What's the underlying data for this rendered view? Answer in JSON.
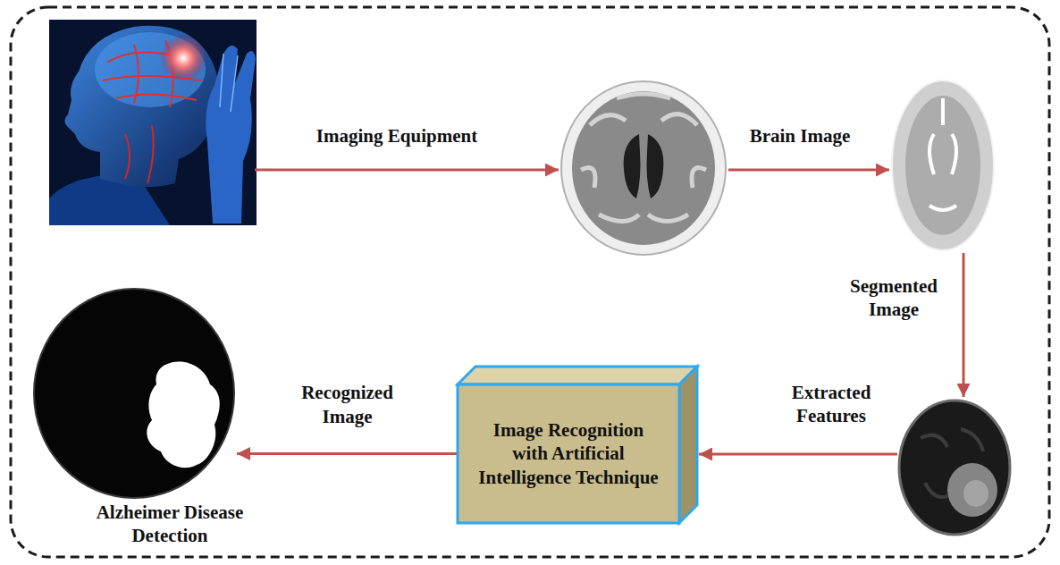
{
  "diagram": {
    "nodes": [
      {
        "text": [
          "Image Recognition with Artificial Intelligence Technique"
        ]
      },
      {
        "text": [
          "Alzheimer Disease Detection"
        ]
      }
    ],
    "edges": [
      {
        "from": 0,
        "to": 1,
        "label": "Recognized Image",
        "arrow": "to"
      }
    ],
    "labels": [
      "Imaging Equipment",
      "Brain Image",
      "Segmented Image",
      "Extracted Features"
    ]
  }
}
